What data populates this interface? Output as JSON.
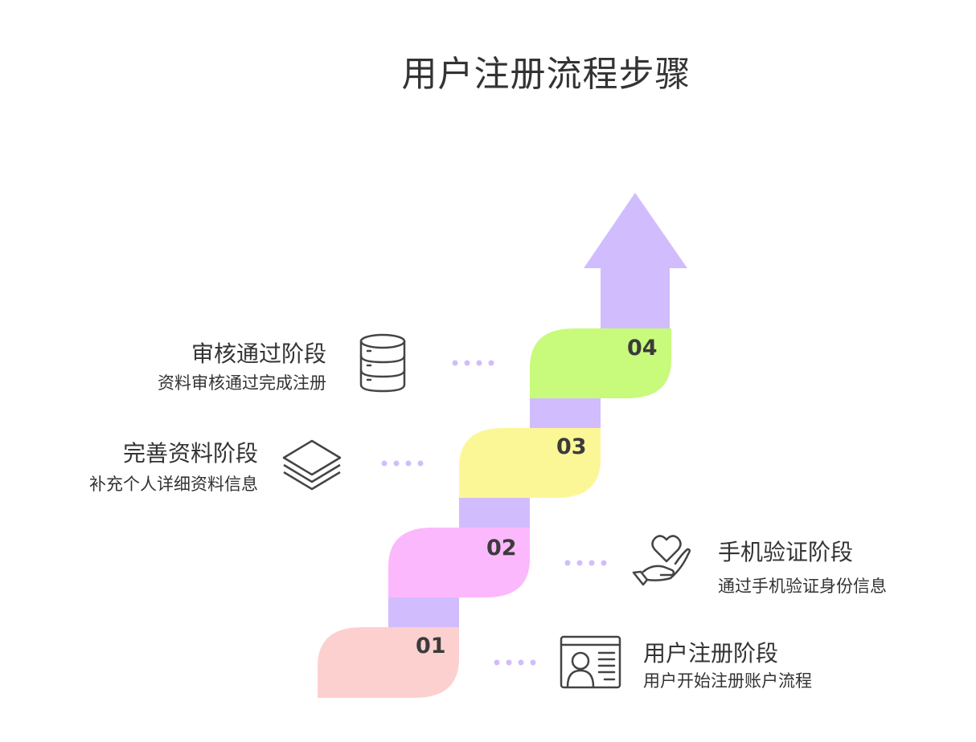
{
  "title": "用户注册流程步骤",
  "colors": {
    "connector": "#d1bdfd",
    "step_01": "#fdd0d0",
    "step_02": "#fcb8fc",
    "step_03": "#fcf796",
    "step_04": "#c8fa7c",
    "arrow": "#d1bdfd",
    "dots": "#d1bdfd",
    "icon": "#444444"
  },
  "steps": [
    {
      "number": "01",
      "title": "用户注册阶段",
      "description": "用户开始注册账户流程",
      "icon": "id-card-icon"
    },
    {
      "number": "02",
      "title": "手机验证阶段",
      "description": "通过手机验证身份信息",
      "icon": "heart-hand-icon"
    },
    {
      "number": "03",
      "title": "完善资料阶段",
      "description": "补充个人详细资料信息",
      "icon": "layers-icon"
    },
    {
      "number": "04",
      "title": "审核通过阶段",
      "description": "资料审核通过完成注册",
      "icon": "database-icon"
    }
  ]
}
